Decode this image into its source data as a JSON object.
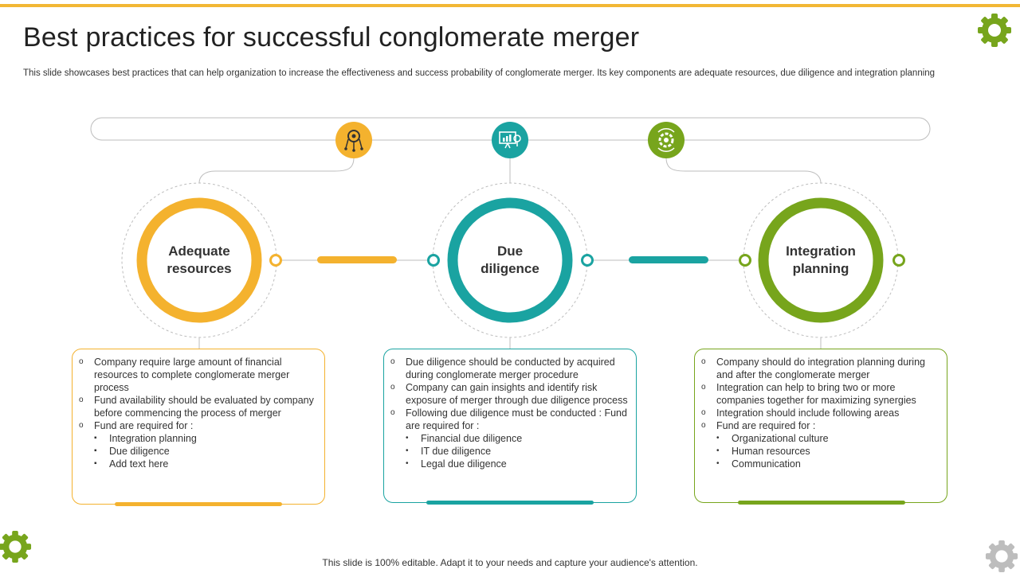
{
  "title": "Best practices for successful conglomerate merger",
  "subtitle": "This slide showcases best practices that can help organization to increase the effectiveness and success probability of conglomerate merger. Its key components are adequate resources, due diligence and integration planning",
  "footer": "This slide is 100% editable. Adapt it to your needs and capture your audience's attention.",
  "colors": {
    "yellow": "#f4b22e",
    "teal": "#1aa3a1",
    "green": "#77a51c",
    "gray": "#bdbdbd",
    "accent_top": "#f2b734"
  },
  "icons": {
    "resources": "process-gear-icon",
    "diligence": "analytics-board-icon",
    "planning": "cycle-gear-icon",
    "corner": "gear-icon"
  },
  "stages": [
    {
      "label_line1": "Adequate",
      "label_line2": "resources",
      "points": [
        {
          "text": "Company require large amount of financial resources to complete conglomerate merger process"
        },
        {
          "text": "Fund availability should be evaluated  by company before  commencing the process of merger"
        },
        {
          "text": "Fund are required for :",
          "sub": [
            "Integration planning",
            "Due diligence",
            "Add text here"
          ]
        }
      ]
    },
    {
      "label_line1": "Due",
      "label_line2": "diligence",
      "points": [
        {
          "text": "Due diligence should be conducted by acquired during conglomerate merger procedure"
        },
        {
          "text": "Company can gain insights and identify risk exposure of merger through due diligence process"
        },
        {
          "text": "Following due diligence must be conducted : Fund are required for :",
          "sub": [
            "Financial due diligence",
            "IT due diligence",
            "Legal due diligence"
          ]
        }
      ]
    },
    {
      "label_line1": "Integration",
      "label_line2": "planning",
      "points": [
        {
          "text": "Company should do integration planning during and after the conglomerate merger"
        },
        {
          "text": "Integration can help to bring two or more companies together for maximizing synergies"
        },
        {
          "text": "Integration should include following areas"
        },
        {
          "text": "Fund are required for :",
          "sub": [
            "Organizational culture",
            "Human resources",
            "Communication"
          ]
        }
      ]
    }
  ]
}
